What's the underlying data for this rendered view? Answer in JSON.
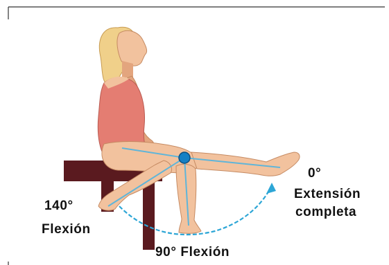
{
  "labels": {
    "flexion_140_deg": "140°",
    "flexion_140_text": "Flexión",
    "flexion_90": "90° Flexión",
    "extension_deg": "0°",
    "extension_line1": "Extensión",
    "extension_line2": "completa"
  },
  "colors": {
    "skin": "#f2c29e",
    "skin_shade": "#e3a57e",
    "swimsuit": "#e47d72",
    "hair": "#f0d08a",
    "stool": "#5a1a1f",
    "axis_line": "#5fb5d9",
    "arc": "#2da6d6",
    "joint": "#1680c4"
  }
}
